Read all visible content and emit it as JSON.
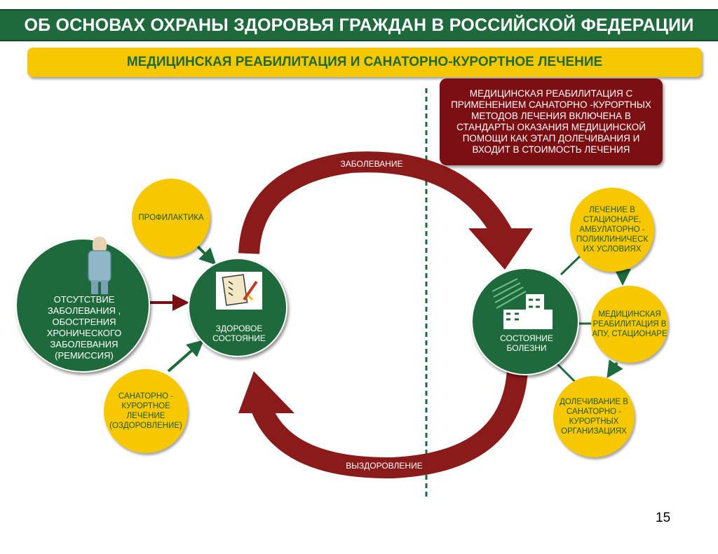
{
  "header": {
    "title": "ОБ ОСНОВАХ ОХРАНЫ ЗДОРОВЬЯ ГРАЖДАН В РОССИЙСКОЙ ФЕДЕРАЦИИ",
    "subtitle": "МЕДИЦИНСКАЯ РЕАБИЛИТАЦИЯ И САНАТОРНО-КУРОРТНОЕ ЛЕЧЕНИЕ"
  },
  "info_box": "МЕДИЦИНСКАЯ РЕАБИЛИТАЦИЯ С ПРИМЕНЕНИЕМ САНАТОРНО -КУРОРТНЫХ МЕТОДОВ ЛЕЧЕНИЯ ВКЛЮЧЕНА В СТАНДАРТЫ ОКАЗАНИЯ МЕДИЦИНСКОЙ ПОМОЩИ КАК ЭТАП ДОЛЕЧИВАНИЯ И ВХОДИТ В СТОИМОСТЬ ЛЕЧЕНИЯ",
  "cycle": {
    "top_label": "ЗАБОЛЕВАНИЕ",
    "bottom_label": "ВЫЗДОРОВЛЕНИЕ"
  },
  "left": {
    "prevention": "ПРОФИЛАКТИКА",
    "no_disease": "ОТСУТСТВИЕ ЗАБОЛЕВАНИЯ , ОБОСТРЕНИЯ ХРОНИЧЕСКОГО ЗАБОЛЕВАНИЯ (РЕМИССИЯ)",
    "healthy_state": "ЗДОРОВОЕ СОСТОЯНИЕ",
    "sanatorium": "САНАТОРНО - КУРОРТНОЕ ЛЕЧЕНИЕ (ОЗДОРОВЛЕНИЕ)"
  },
  "right": {
    "disease_state": "СОСТОЯНИЕ БОЛЕЗНИ",
    "treatment": "ЛЕЧЕНИЕ В СТАЦИОНАРЕ, АМБУЛАТОРНО - ПОЛИКЛИНИЧЕСК ИХ УСЛОВИЯХ",
    "rehab": "МЕДИЦИНСКАЯ РЕАБИЛИТАЦИЯ В АПУ, СТАЦИОНАРЕ",
    "aftercare": "ДОЛЕЧИВАНИЕ В САНАТОРНО - КУРОРТНЫХ ОРГАНИЗАЦИЯХ"
  },
  "page_number": "15",
  "colors": {
    "green": "#1e6a3c",
    "yellow": "#f7c700",
    "dark_red": "#7b0f13",
    "arrow_red": "#8b1a1a"
  }
}
